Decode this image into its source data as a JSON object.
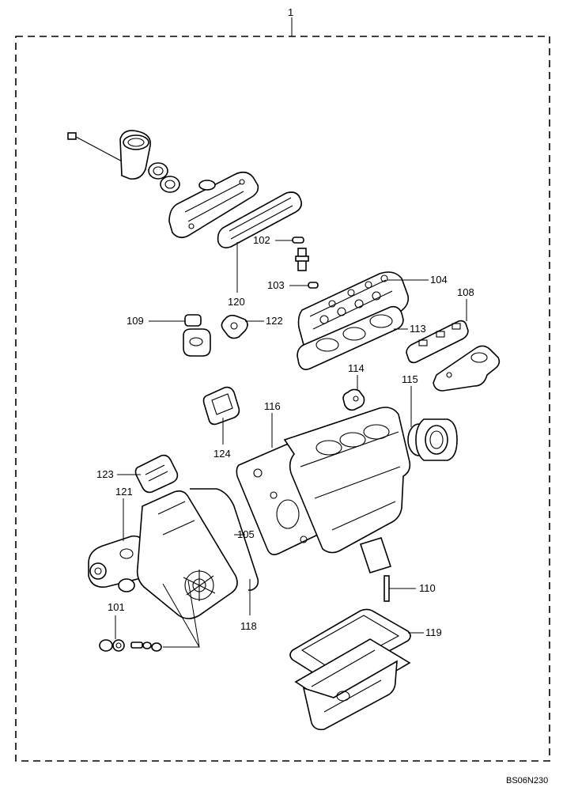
{
  "diagram": {
    "kit_number": "1",
    "drawing_code": "BS06N230",
    "callouts": {
      "c101": "101",
      "c102": "102",
      "c103": "103",
      "c104": "104",
      "c105": "105",
      "c108": "108",
      "c109": "109",
      "c110": "110",
      "c113": "113",
      "c114": "114",
      "c115": "115",
      "c116": "116",
      "c118": "118",
      "c119": "119",
      "c120": "120",
      "c121": "121",
      "c122": "122",
      "c123": "123",
      "c124": "124"
    },
    "colors": {
      "ink": "#000000",
      "paper": "#ffffff"
    }
  }
}
